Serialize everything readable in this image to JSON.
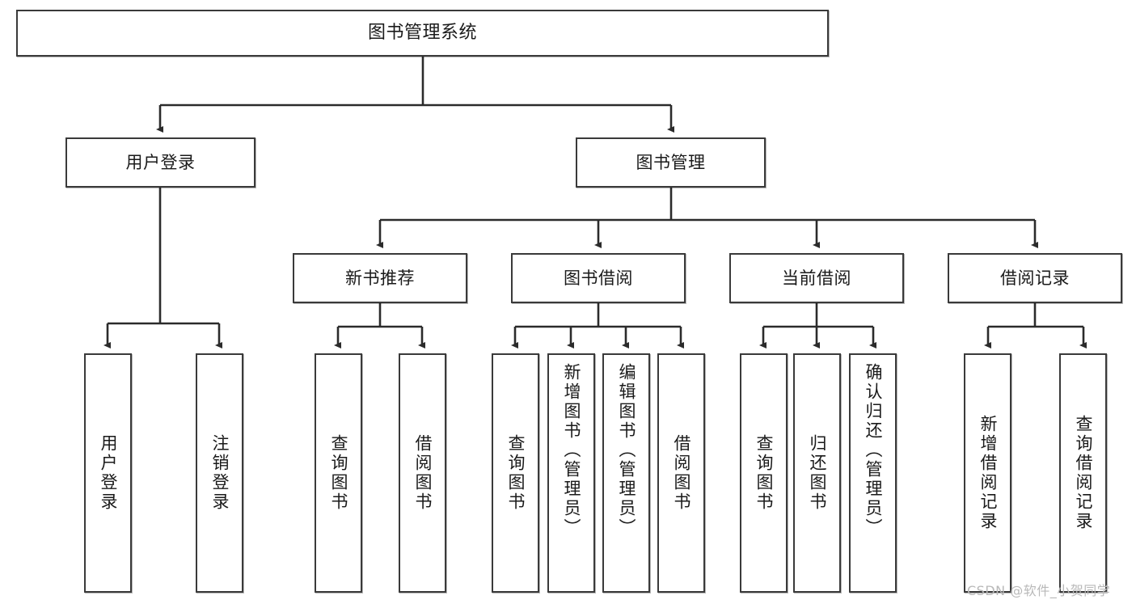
{
  "diagram": {
    "type": "tree-hierarchy-chart",
    "title": "图书管理系统",
    "orientation": "top-down",
    "edge_style": "orthogonal-with-arrowheads",
    "colors": {
      "box_border": "#3a3a3a",
      "box_fill": "#ffffff",
      "edge": "#2b2b2b",
      "text": "#1a1a1a",
      "watermark": "#b9b9b9",
      "background": "#ffffff"
    }
  },
  "root": {
    "label": "图书管理系统"
  },
  "level2": [
    {
      "label": "用户登录"
    },
    {
      "label": "图书管理"
    }
  ],
  "level3": [
    {
      "label": "新书推荐"
    },
    {
      "label": "图书借阅"
    },
    {
      "label": "当前借阅"
    },
    {
      "label": "借阅记录"
    }
  ],
  "leaves": {
    "user_login": [
      {
        "label": "用户登录"
      },
      {
        "label": "注销登录"
      }
    ],
    "new_book_recommend": [
      {
        "label": "查询图书"
      },
      {
        "label": "借阅图书"
      }
    ],
    "book_borrow": [
      {
        "label": "查询图书"
      },
      {
        "label": "新增图书（管理员）"
      },
      {
        "label": "编辑图书（管理员）"
      },
      {
        "label": "借阅图书"
      }
    ],
    "current_borrow": [
      {
        "label": "查询图书"
      },
      {
        "label": "归还图书"
      },
      {
        "label": "确认归还（管理员）"
      }
    ],
    "borrow_record": [
      {
        "label": "新增借阅记录"
      },
      {
        "label": "查询借阅记录"
      }
    ]
  },
  "watermark": {
    "text": "CSDN @软件_小贺同学"
  }
}
